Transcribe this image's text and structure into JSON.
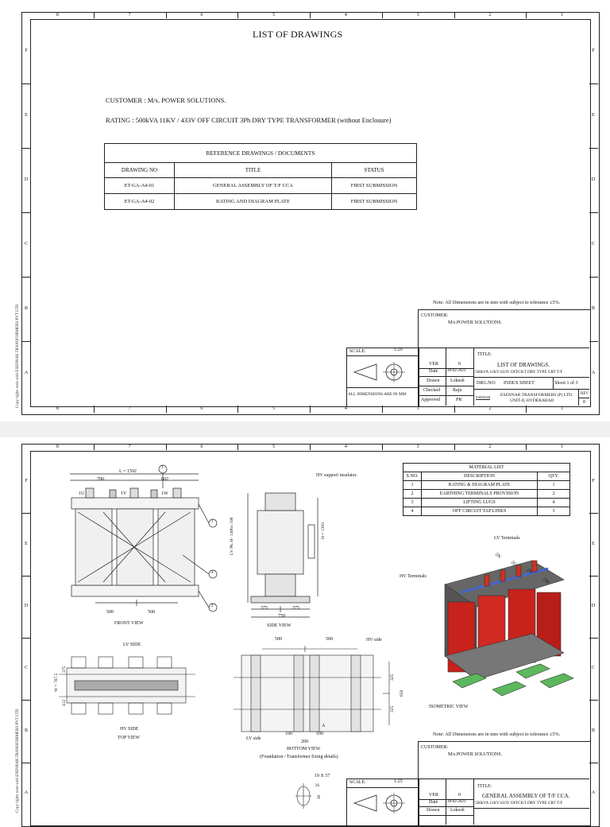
{
  "zones_cols": [
    "8",
    "7",
    "6",
    "5",
    "4",
    "3",
    "2",
    "1"
  ],
  "zones_rows": [
    "F",
    "E",
    "D",
    "C",
    "B",
    "A"
  ],
  "copyright": "Copy rights rests with ESENNAR TRANSFORMERS PVT LTD",
  "sheet1": {
    "heading": "LIST OF DRAWINGS",
    "customer_line": "CUSTOMER : M/s. POWER SOLUTIONS.",
    "rating_line": "RATING : 500kVA 11KV / 433V OFF CIRCUIT 3Ph DRY TYPE TRANSFORMER (without Enclosure)",
    "ref_table": {
      "caption": "REFERENCE DRAWINGS / DOCUMENTS",
      "headers": [
        "DRAWING NO",
        "TITLE",
        "STATUS"
      ],
      "rows": [
        [
          "ET-GA-A4-01",
          "GENERAL ASSEMBLY OF T/F CCA",
          "FIRST SUBMISSION"
        ],
        [
          "ET-GA-A4-02",
          "RATING AND DIAGRAM PLATE",
          "FIRST SUBMISSION"
        ]
      ]
    },
    "note": "Note: All Dimensions are in mm with subject to tolerance ±5%.",
    "titleblock": {
      "customer_label": "CUSTOMER:",
      "customer_value": "M/s.POWER SOLUTIONS.",
      "scale_label": "SCALE:",
      "scale_value": "1:20",
      "title_label": "TITLE:",
      "title_value": "LIST OF DRAWINGS.",
      "subtitle": "500kVA 11KV/433V OFFCKT DRY TYPE CRT T/F",
      "ver_label": "VER",
      "ver_value": "0",
      "date_label": "Date",
      "date_value": "28-02-2023",
      "drawn_label": "Drawn",
      "drawn_value": "Lokesh",
      "checked_label": "Checked",
      "checked_value": "Raju",
      "approved_label": "Approved",
      "approved_value": "PR",
      "drg_label": "DRG.NO:",
      "drg_value": "INDEX SHEET",
      "sheet_value": "Shoot 1 of 3",
      "all_dims": "ALL DIMENSIONS ARE IN MM",
      "company": "ESENNAR TRANSFORMERS (P) LTD.",
      "company2": "UNIT-II, HYDERABAD",
      "logo_text": "ESENNAR",
      "rev_label": "REV",
      "rev_value": "0"
    }
  },
  "sheet2": {
    "material_list": {
      "caption": "MATERIAL LIST",
      "headers": [
        "S.NO.",
        "DESCRIPTION",
        "QTY."
      ],
      "rows": [
        [
          "1",
          "RATING & DIAGRAM PLATE",
          "1"
        ],
        [
          "2",
          "EARTHING TERMINALS PROVISION",
          "2"
        ],
        [
          "3",
          "LIFTING LUGS",
          "4"
        ],
        [
          "4",
          "OFF CIRCUIT TAP LINKS",
          "3"
        ]
      ]
    },
    "front_view": {
      "label": "FRONT VIEW",
      "dim_L": "L = 1592",
      "dim_790": "790",
      "dim_802": "802",
      "dim_500a": "500",
      "dim_500b": "500",
      "terminals": [
        "1U",
        "1V",
        "1W"
      ],
      "callouts": [
        "1",
        "2",
        "3",
        "4"
      ]
    },
    "side_view": {
      "label": "SIDE VIEW",
      "hv_support": "HV support insulator.",
      "dim_lv": "LV Ph. H- 1406± 100",
      "dim_h": "H = 1393",
      "dim_375a": "375",
      "dim_375b": "375",
      "dim_750": "750"
    },
    "iso_view": {
      "label": "ISOMETRIC VIEW",
      "lv_terminals": "LV Terminals",
      "hv_terminals": "HV Terminals",
      "lv_tags": [
        "2N",
        "2U",
        "2V",
        "2W"
      ]
    },
    "top_view": {
      "lv_side": "LV SIDE",
      "hv_side": "HV SIDE",
      "label": "TOP VIEW",
      "dim_w": "W = 787.5",
      "dim_375": "375",
      "dim_412": "412"
    },
    "bottom_view": {
      "label": "BOTTOM VIEW",
      "sub": "(Foundation / Transformer fixing details)",
      "hv_side": "HV side",
      "lv_side": "LV side",
      "dim_500a": "500",
      "dim_500b": "500",
      "dim_325a": "325",
      "dim_325b": "325",
      "dim_650": "650",
      "dim_100a": "100",
      "dim_100b": "100",
      "dim_200": "200",
      "section": "A"
    },
    "slot_detail": {
      "label": "19 X 57",
      "dim_26": "26",
      "dim_38": "38"
    },
    "note": "Note: All Dimensions are in mm with subject to tolerance ±5%.",
    "titleblock": {
      "customer_label": "CUSTOMER:",
      "customer_value": "M/s.POWER SOLUTIONS.",
      "scale_label": "SCALE:",
      "scale_value": "1:25",
      "title_label": "TITLE:",
      "title_value": "GENERAL ASSEMBLY OF T/F CCA.",
      "subtitle": "500kVA 11KV/433V OFFCKT DRY TYPE CRT T/F",
      "ver_label": "VER",
      "ver_value": "0",
      "date_label": "Date",
      "date_value": "28-02-2023",
      "drawn_label": "Drawn",
      "drawn_value": "Lokesh"
    }
  }
}
